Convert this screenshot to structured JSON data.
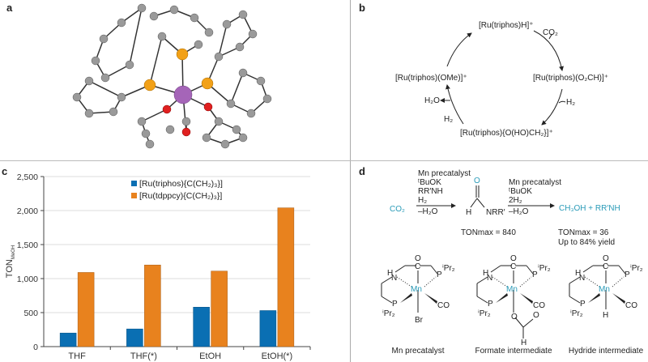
{
  "panels": {
    "a": "a",
    "b": "b",
    "c": "c",
    "d": "d"
  },
  "cycle": {
    "top": "[Ru(triphos)H]⁺",
    "right": "[Ru(triphos)(O₂CH)]⁺",
    "bottom": "[Ru(triphos){O(HO)CH₂}]⁺",
    "left": "[Ru(triphos)(OMe)]⁺",
    "co2": "CO₂",
    "h2_right": "H₂",
    "h2o": "H₂O",
    "h2_left": "H₂"
  },
  "chart_data": {
    "type": "bar",
    "categories": [
      "THF",
      "THF(*)",
      "EtOH",
      "EtOH(*)"
    ],
    "series": [
      {
        "name": "[Ru(triphos){C(CH₂)₃}]",
        "color": "#0a6fb3",
        "values": [
          200,
          260,
          580,
          530
        ]
      },
      {
        "name": "[Ru(tdppcy){C(CH₂)₃}]",
        "color": "#e8821e",
        "values": [
          1090,
          1200,
          1110,
          2040
        ]
      }
    ],
    "ylabel": "TON",
    "ylabel_sub": "MeOH",
    "ylim": [
      0,
      2500
    ],
    "yticks": [
      0,
      500,
      1000,
      1500,
      2000,
      2500
    ],
    "ytick_labels": [
      "0",
      "500",
      "1,000",
      "1,500",
      "2,000",
      "2,500"
    ],
    "grid": true,
    "legend": "top-center"
  },
  "scheme": {
    "co2": "CO₂",
    "cond1": [
      "Mn precatalyst",
      "ᵗBuOK",
      "RR′NH",
      "H₂"
    ],
    "cond1_below": "–H₂O",
    "formamide": {
      "o": "O",
      "h": "H",
      "n": "NRR′"
    },
    "cond2": [
      "Mn precatalyst",
      "ᵗBuOK",
      "2H₂"
    ],
    "cond2_below": "–H₂O",
    "product": "CH₃OH + RR′NH",
    "ton1": "TONmax = 840",
    "ton2": "TONmax = 36",
    "yield": "Up to 84% yield"
  },
  "structures": [
    {
      "label": "Mn precatalyst",
      "axial": "Br"
    },
    {
      "label": "Formate intermediate",
      "axial": "O"
    },
    {
      "label": "Hydride intermediate",
      "axial": "H"
    }
  ],
  "atoms": {
    "mn": "Mn",
    "co": "CO",
    "c": "C",
    "o": "O",
    "p": "P",
    "n": "N",
    "h": "H",
    "ipr2": "ⁱPr₂"
  }
}
